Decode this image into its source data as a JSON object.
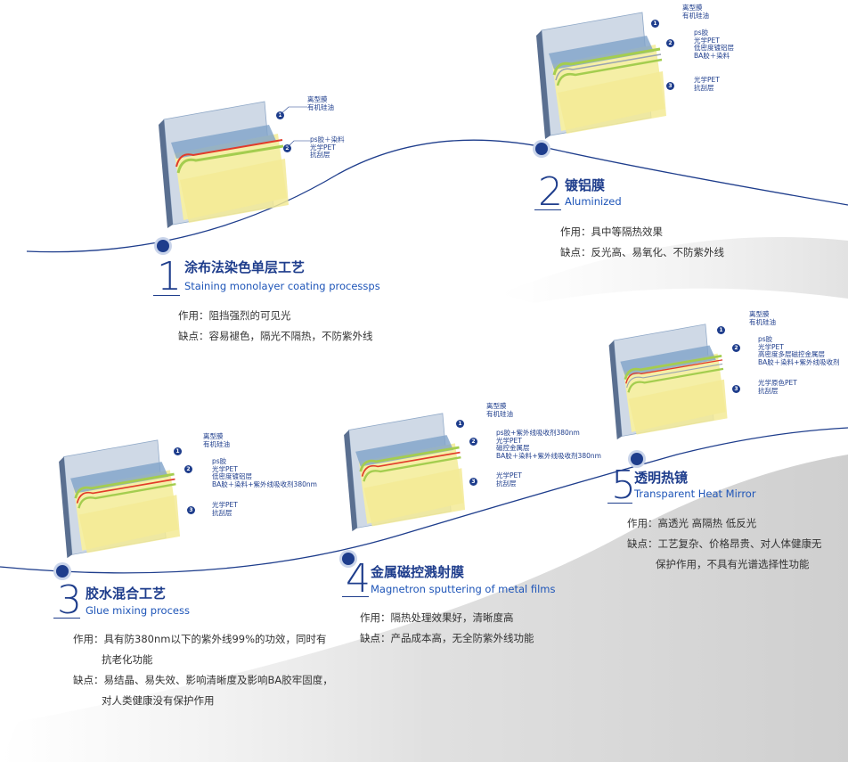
{
  "stages": [
    {
      "id": "1",
      "num": "1",
      "title_cn": "涂布法染色单层工艺",
      "title_en": "Staining monolayer coating processps",
      "effect": "作用：阻挡强烈的可见光",
      "defect": "缺点：容易褪色，隔光不隔热，不防紫外线",
      "layers": [
        {
          "n": "1",
          "lines": [
            "离型膜",
            "有机硅油"
          ]
        },
        {
          "n": "2",
          "lines": [
            "ps胶＋染料",
            "光学PET",
            "抗刮层"
          ]
        }
      ]
    },
    {
      "id": "2",
      "num": "2",
      "title_cn": "镀铝膜",
      "title_en": "Aluminized",
      "effect": "作用：具中等隔热效果",
      "defect": "缺点：反光高、易氧化、不防紫外线",
      "layers": [
        {
          "n": "1",
          "lines": [
            "离型膜",
            "有机硅油"
          ]
        },
        {
          "n": "2",
          "lines": [
            "ps胶",
            "光学PET",
            "低密度镀铝层",
            "BA胶＋染料"
          ]
        },
        {
          "n": "3",
          "lines": [
            "光学PET",
            "抗刮层"
          ]
        }
      ]
    },
    {
      "id": "3",
      "num": "3",
      "title_cn": "胶水混合工艺",
      "title_en": "Glue mixing process",
      "effect": "作用：具有防380nm以下的紫外线99%的功效，同时有",
      "effect2": "抗老化功能",
      "defect": "缺点：易结晶、易失效、影响清晰度及影响BA胶牢固度，",
      "defect2": "对人类健康没有保护作用",
      "layers": [
        {
          "n": "1",
          "lines": [
            "离型膜",
            "有机硅油"
          ]
        },
        {
          "n": "2",
          "lines": [
            "ps胶",
            "光学PET",
            "低密度镀铝层",
            "BA胶＋染料+紫外线吸收剂380nm"
          ]
        },
        {
          "n": "3",
          "lines": [
            "光学PET",
            "抗刮层"
          ]
        }
      ]
    },
    {
      "id": "4",
      "num": "4",
      "title_cn": "金属磁控溅射膜",
      "title_en": "Magnetron sputtering of metal films",
      "effect": "作用：隔热处理效果好，清晰度高",
      "defect": "缺点：产品成本高，无全防紫外线功能",
      "layers": [
        {
          "n": "1",
          "lines": [
            "离型膜",
            "有机硅油"
          ]
        },
        {
          "n": "2",
          "lines": [
            "ps胶+紫外线吸收剂380nm",
            "光学PET",
            "磁控金属层",
            "BA胶＋染料+紫外线吸收剂380nm"
          ]
        },
        {
          "n": "3",
          "lines": [
            "光学PET",
            "抗刮层"
          ]
        }
      ]
    },
    {
      "id": "5",
      "num": "5",
      "title_cn": "透明热镜",
      "title_en": "Transparent Heat Mirror",
      "effect": "作用：高透光 高隔热 低反光",
      "defect": "缺点：工艺复杂、价格昂贵、对人体健康无",
      "defect2": "保护作用，不具有光谱选择性功能",
      "layers": [
        {
          "n": "1",
          "lines": [
            "离型膜",
            "有机硅油"
          ]
        },
        {
          "n": "2",
          "lines": [
            "ps胶",
            "光学PET",
            "高密度多层磁控金属层",
            "BA胶＋染料+紫外线吸收剂"
          ]
        },
        {
          "n": "3",
          "lines": [
            "光学原色PET",
            "抗刮层"
          ]
        }
      ]
    }
  ],
  "colors": {
    "accent": "#1e3d8c",
    "glass": "#a9c1dd",
    "yellow": "#f3ec9b",
    "green": "#a9d05c",
    "red": "#e4402d"
  }
}
